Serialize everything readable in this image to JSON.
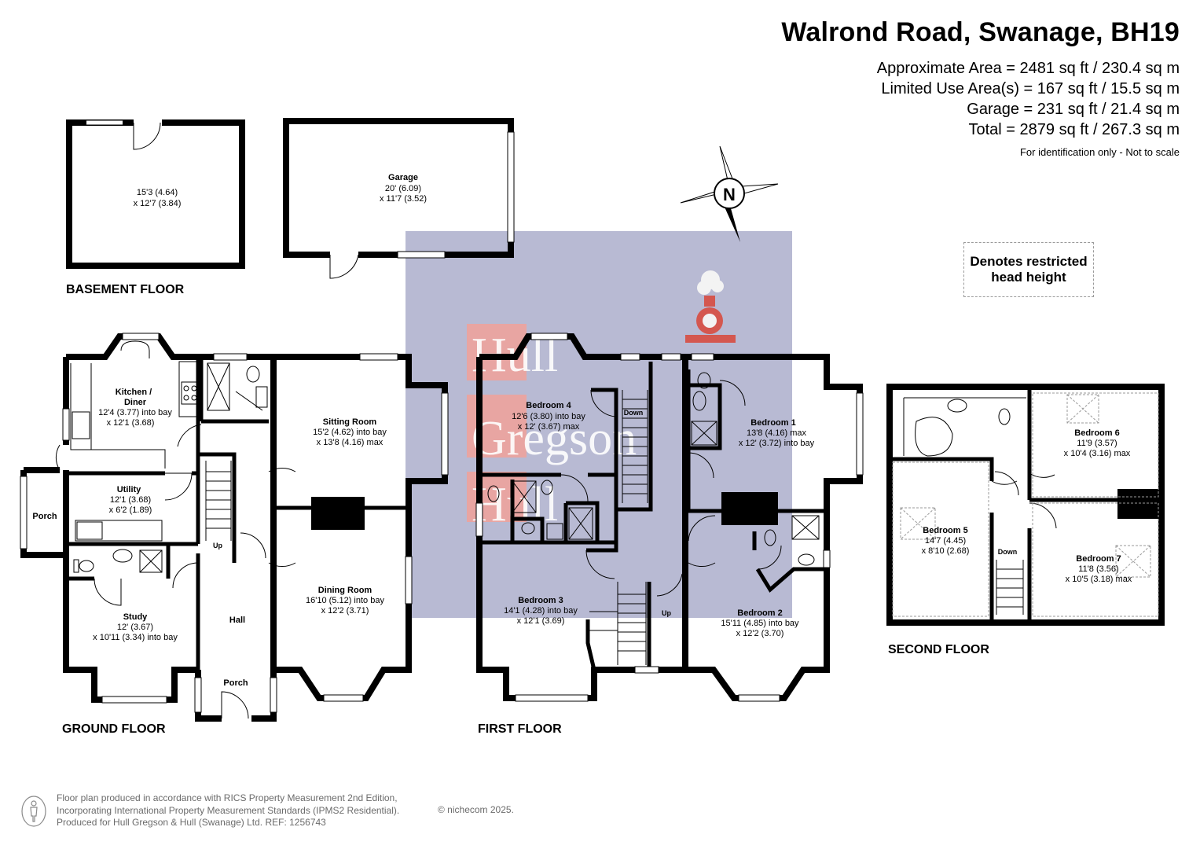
{
  "header": {
    "title": "Walrond Road, Swanage, BH19",
    "areas": [
      "Approximate Area = 2481 sq ft / 230.4 sq m",
      "Limited Use Area(s) = 167 sq ft / 15.5 sq m",
      "Garage = 231 sq ft / 21.4 sq m",
      "Total = 2879 sq ft / 267.3 sq m"
    ],
    "note": "For identification only - Not to scale"
  },
  "legend": {
    "restricted": "Denotes restricted head height"
  },
  "compass": {
    "label": "N"
  },
  "watermark": {
    "line1": "Hull",
    "line2": "Gregson",
    "line3": "Hull",
    "color": "#b8bad3"
  },
  "floors": {
    "basement": {
      "title": "BASEMENT FLOOR",
      "room": {
        "line1": "15'3 (4.64)",
        "line2": "x 12'7 (3.84)"
      },
      "garage": {
        "name": "Garage",
        "line1": "20' (6.09)",
        "line2": "x 11'7 (3.52)"
      }
    },
    "ground": {
      "title": "GROUND FLOOR",
      "kitchen": {
        "name1": "Kitchen /",
        "name2": "Diner",
        "line1": "12'4 (3.77) into bay",
        "line2": "x 12'1 (3.68)"
      },
      "utility": {
        "name": "Utility",
        "line1": "12'1 (3.68)",
        "line2": "x 6'2 (1.89)"
      },
      "porch_side": "Porch",
      "study": {
        "name": "Study",
        "line1": "12' (3.67)",
        "line2": "x 10'11 (3.34) into bay"
      },
      "hall": "Hall",
      "porch_front": "Porch",
      "up": "Up",
      "sitting": {
        "name": "Sitting Room",
        "line1": "15'2 (4.62) into bay",
        "line2": "x 13'8 (4.16) max"
      },
      "dining": {
        "name": "Dining Room",
        "line1": "16'10 (5.12) into bay",
        "line2": "x 12'2 (3.71)"
      }
    },
    "first": {
      "title": "FIRST FLOOR",
      "bedroom4": {
        "name": "Bedroom 4",
        "line1": "12'6 (3.80) into bay",
        "line2": "x 12' (3.67) max"
      },
      "down": "Down",
      "up": "Up",
      "bedroom1": {
        "name": "Bedroom 1",
        "line1": "13'8 (4.16) max",
        "line2": "x 12' (3.72) into bay"
      },
      "bedroom3": {
        "name": "Bedroom 3",
        "line1": "14'1 (4.28) into bay",
        "line2": "x 12'1 (3.69)"
      },
      "bedroom2": {
        "name": "Bedroom 2",
        "line1": "15'11 (4.85) into bay",
        "line2": "x 12'2 (3.70)"
      }
    },
    "second": {
      "title": "SECOND FLOOR",
      "bedroom6": {
        "name": "Bedroom 6",
        "line1": "11'9 (3.57)",
        "line2": "x 10'4 (3.16) max"
      },
      "bedroom5": {
        "name": "Bedroom 5",
        "line1": "14'7 (4.45)",
        "line2": "x 8'10 (2.68)"
      },
      "bedroom7": {
        "name": "Bedroom 7",
        "line1": "11'8 (3.56)",
        "line2": "x 10'5 (3.18) max"
      },
      "down": "Down"
    }
  },
  "footer": {
    "line1": "Floor plan produced in accordance with RICS Property Measurement 2nd Edition,",
    "line2": "Incorporating International Property Measurement Standards (IPMS2 Residential).",
    "line3": "Produced for Hull Gregson & Hull (Swanage) Ltd.   REF:  1256743",
    "copyright": "© nichecom 2025."
  }
}
